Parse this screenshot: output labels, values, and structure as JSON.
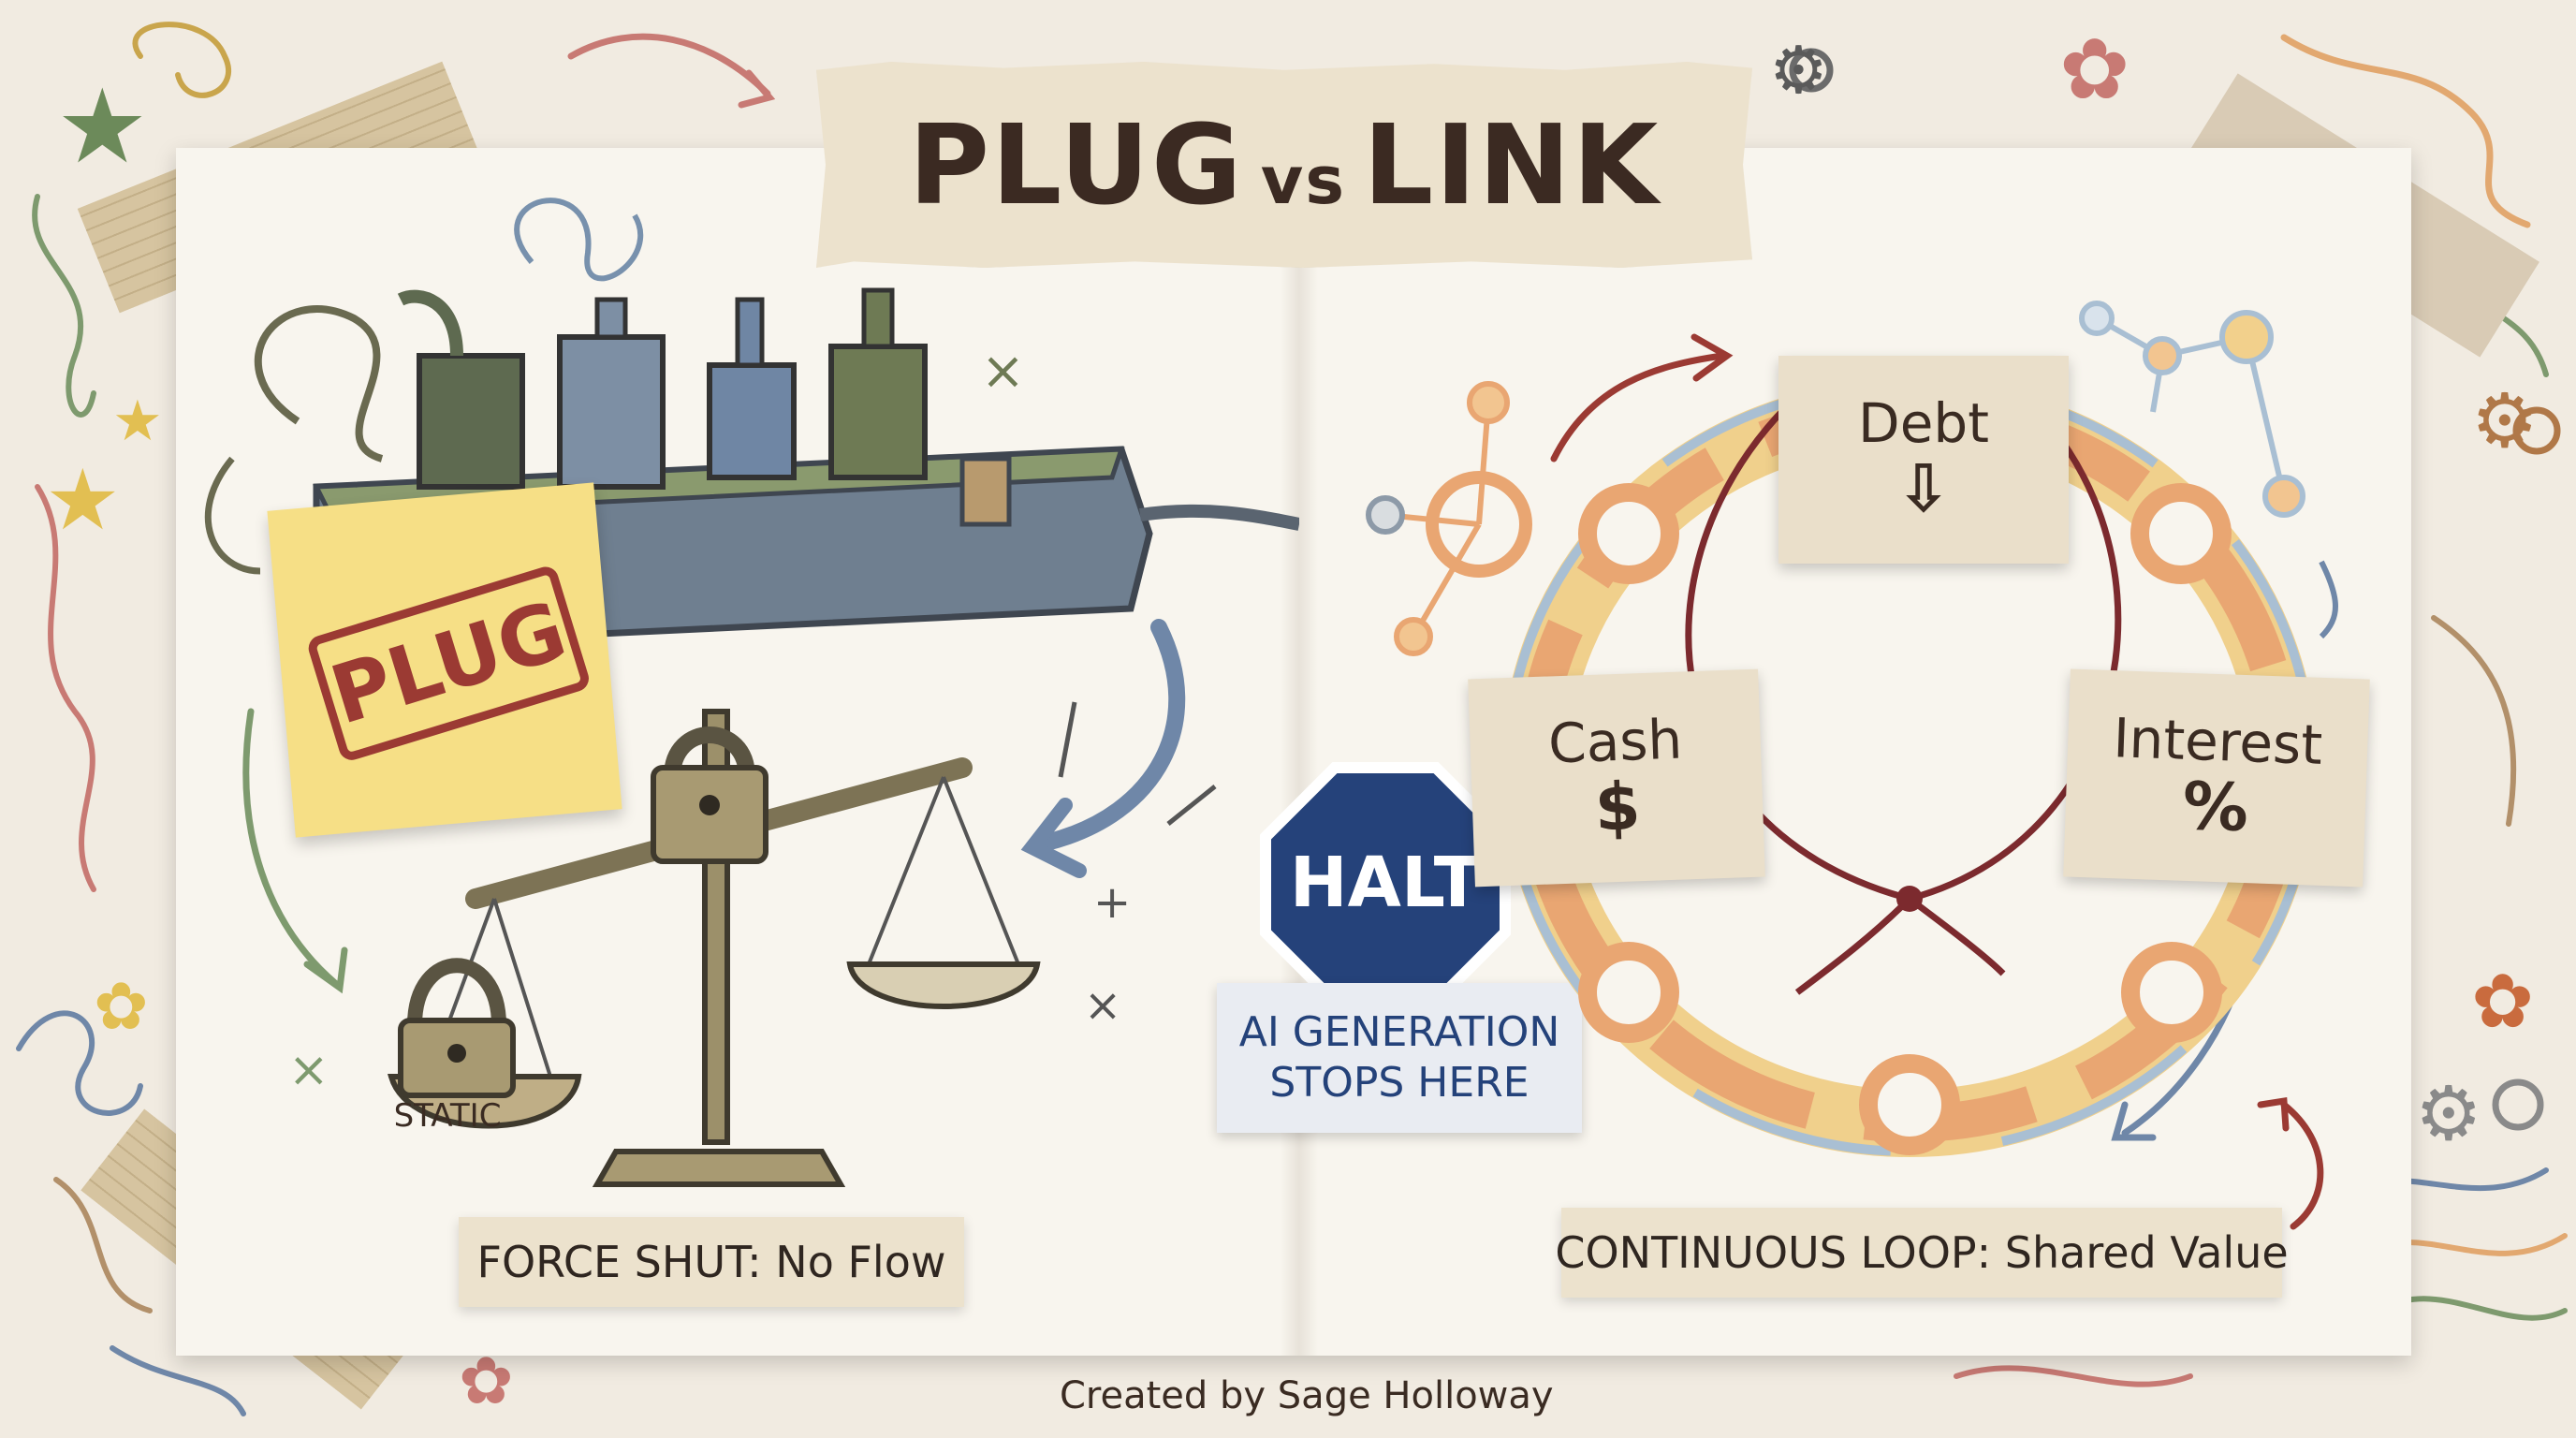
{
  "title": {
    "left": "PLUG",
    "vs": "vs",
    "right": "LINK"
  },
  "plug_section": {
    "sticky_stamp": "PLUG",
    "static_label": "STATIC",
    "caption": "FORCE SHUT: No Flow"
  },
  "center": {
    "halt_sign": "HALT",
    "note_line1": "AI GENERATION",
    "note_line2": "STOPS HERE"
  },
  "link_section": {
    "cards": [
      {
        "label": "Debt",
        "symbol": "⇩"
      },
      {
        "label": "Cash",
        "symbol": "$"
      },
      {
        "label": "Interest",
        "symbol": "%"
      }
    ],
    "caption": "CONTINUOUS LOOP: Shared Value"
  },
  "credit": "Created by Sage Holloway",
  "colors": {
    "background": "#f1ebe1",
    "paper": "#f8f5ee",
    "card": "#eadfca",
    "sticky": "#f6df86",
    "stamp_red": "#9b3a33",
    "halt_blue": "#25427a",
    "string_red": "#7c2a2e",
    "ring_orange": "#e9a672",
    "ring_yellow": "#f0d08c",
    "ring_blue": "#a9bfd3"
  }
}
